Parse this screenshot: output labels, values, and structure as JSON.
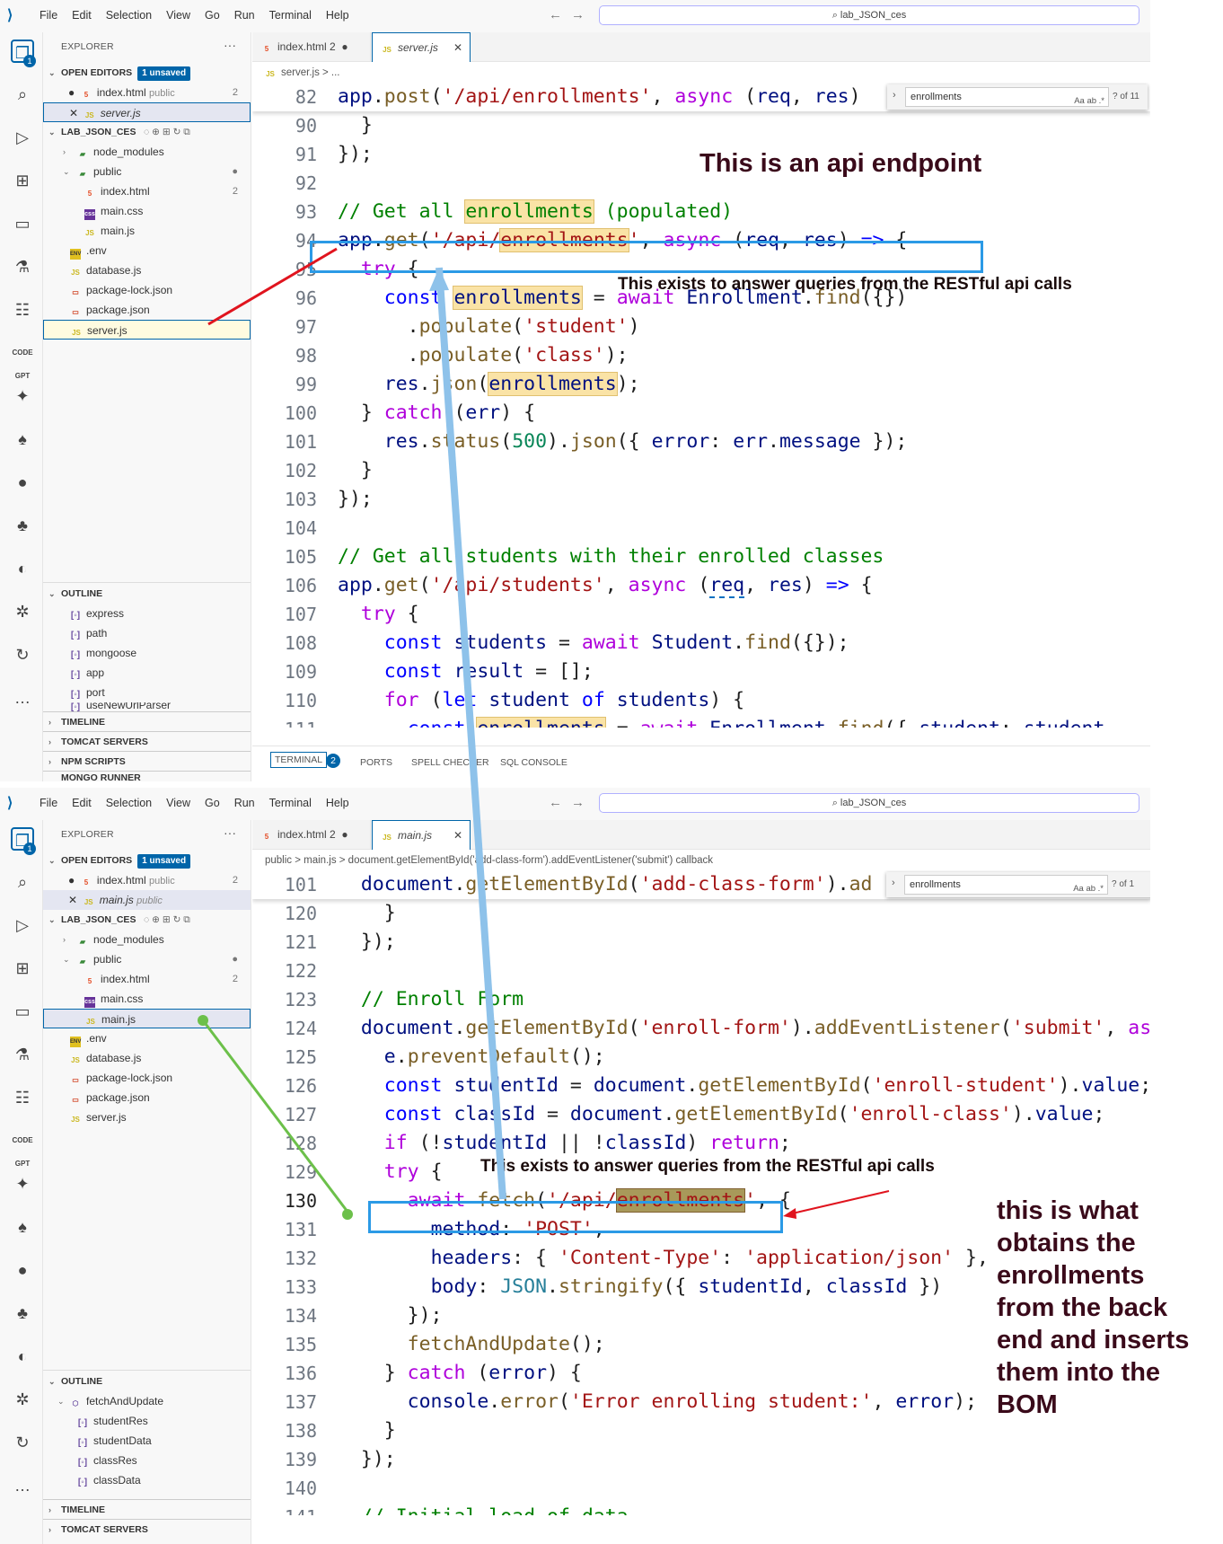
{
  "menu": [
    "File",
    "Edit",
    "Selection",
    "View",
    "Go",
    "Run",
    "Terminal",
    "Help"
  ],
  "search_box": "lab_JSON_ces",
  "top": {
    "explorer_title": "EXPLORER",
    "open_editors": "OPEN EDITORS",
    "unsaved": "1 unsaved",
    "open1_name": "index.html",
    "open1_dir": "public",
    "open1_count": "2",
    "open2_name": "server.js",
    "project": "LAB_JSON_CES",
    "tree": [
      "node_modules",
      "public",
      "index.html",
      "main.css",
      "main.js",
      ".env",
      "database.js",
      "package-lock.json",
      "package.json",
      "server.js"
    ],
    "index_count": "2",
    "outline_title": "OUTLINE",
    "outline": [
      "express",
      "path",
      "mongoose",
      "app",
      "port",
      "useNewUrlParser"
    ],
    "timeline": "TIMELINE",
    "tomcat": "TOMCAT SERVERS",
    "npm": "NPM SCRIPTS",
    "mongo": "MONGO RUNNER",
    "tab1": "index.html",
    "tab1_count": "2",
    "tab2": "server.js",
    "breadcrumb": "server.js > ...",
    "find_query": "enrollments",
    "find_opts": "Aa  ab  .*",
    "find_count": "? of 11",
    "panel_tabs": [
      "TERMINAL",
      "2",
      "PORTS",
      "SPELL CHECKER",
      "SQL CONSOLE"
    ],
    "annotation_endpoint": "This is an api endpoint",
    "annotation_answer": "This exists to answer queries from the RESTful api calls"
  },
  "bottom": {
    "explorer_title": "EXPLORER",
    "open_editors": "OPEN EDITORS",
    "unsaved": "1 unsaved",
    "open1_name": "index.html",
    "open1_dir": "public",
    "open1_count": "2",
    "open2_name": "main.js",
    "open2_dir": "public",
    "project": "LAB_JSON_CES",
    "tree": [
      "node_modules",
      "public",
      "index.html",
      "main.css",
      "main.js",
      ".env",
      "database.js",
      "package-lock.json",
      "package.json",
      "server.js"
    ],
    "index_count": "2",
    "outline_title": "OUTLINE",
    "outline_parent": "fetchAndUpdate",
    "outline": [
      "studentRes",
      "studentData",
      "classRes",
      "classData"
    ],
    "timeline": "TIMELINE",
    "tomcat": "TOMCAT SERVERS",
    "tab1": "index.html",
    "tab1_count": "2",
    "tab2": "main.js",
    "breadcrumb": "public > main.js > document.getElementById('add-class-form').addEventListener('submit') callback",
    "find_query": "enrollments",
    "find_opts": "Aa  ab  .*",
    "find_count": "? of 1",
    "annotation_answer": "This exists to answer queries from the RESTful api calls",
    "annotation_what": [
      "this is what",
      "obtains the",
      "enrollments",
      "from the back",
      "end and inserts",
      "them into the",
      "BOM"
    ]
  },
  "colors": {
    "accent": "#0065a9",
    "box": "#2b9ae6",
    "arrow_red": "#e0141e",
    "arrow_green": "#6cc04a",
    "arrow_blue": "#8ec2ea",
    "annotation": "#3a0a1a"
  }
}
